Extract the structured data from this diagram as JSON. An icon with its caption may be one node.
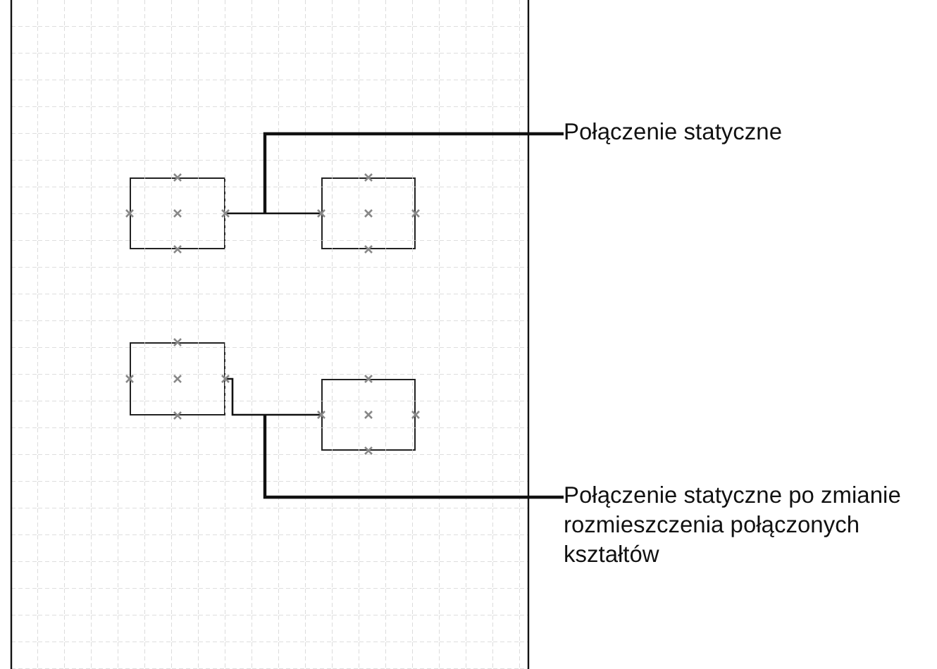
{
  "diagram": {
    "nodes": [
      {
        "text": [
          "Połączenie statyczne"
        ]
      },
      {
        "text": [],
        "shape": "box"
      },
      {
        "text": [],
        "shape": "box"
      },
      {
        "text": [],
        "shape": "box"
      },
      {
        "text": [],
        "shape": "box"
      },
      {
        "text": [
          "Połączenie statyczne po zmianie rozmieszczenia połączonych kształtów"
        ]
      }
    ],
    "edges": [
      {
        "from": 1,
        "to": 2,
        "arrow": "none"
      },
      {
        "from": 3,
        "to": 4,
        "arrow": "none"
      },
      {
        "from": 0,
        "to": null,
        "arrow": "none"
      },
      {
        "from": 5,
        "to": null,
        "arrow": "none"
      }
    ]
  }
}
